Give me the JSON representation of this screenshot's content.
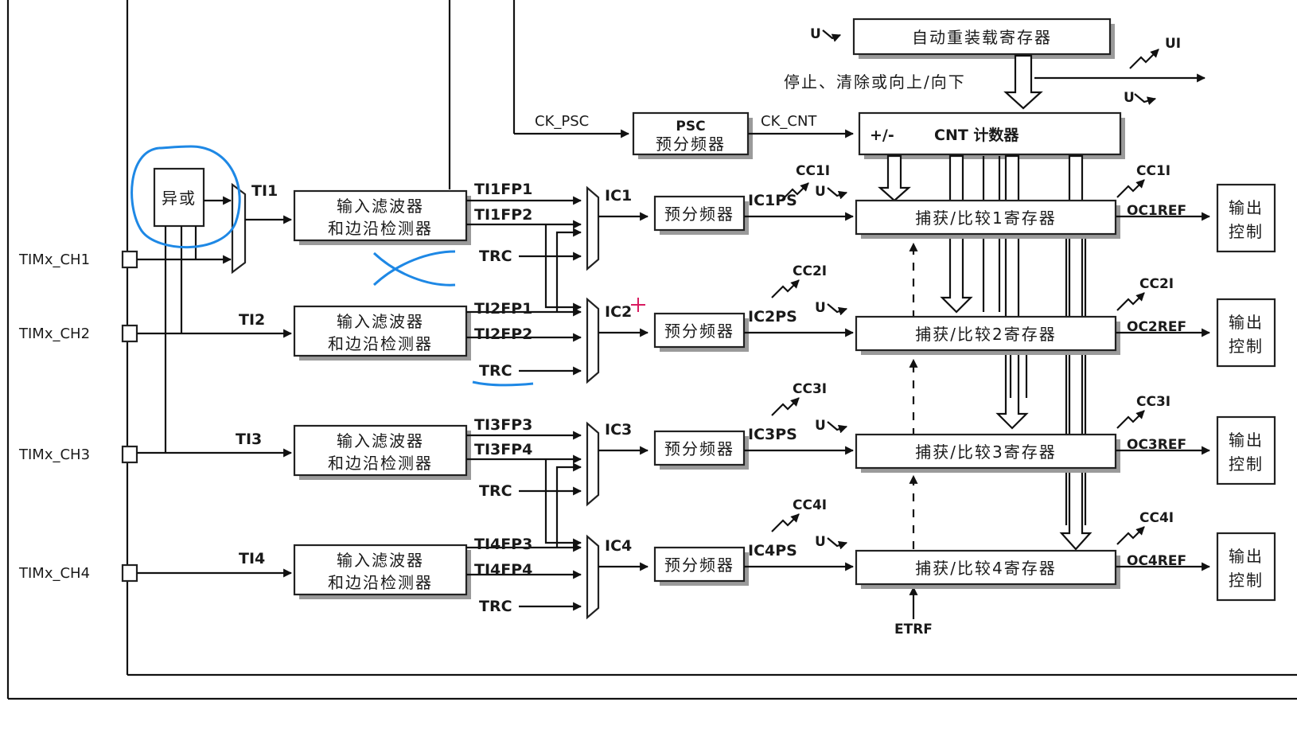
{
  "channels": [
    "TIMx_CH1",
    "TIMx_CH2",
    "TIMx_CH3",
    "TIMx_CH4"
  ],
  "xor_label": "异或",
  "ti_labels": [
    "TI1",
    "TI2",
    "TI3",
    "TI4"
  ],
  "filter_line1": "输入滤波器",
  "filter_line2": "和边沿检测器",
  "fp_labels": [
    [
      "TI1FP1",
      "TI1FP2"
    ],
    [
      "TI2FP1",
      "TI2FP2"
    ],
    [
      "TI3FP3",
      "TI3FP4"
    ],
    [
      "TI4FP3",
      "TI4FP4"
    ]
  ],
  "trc": "TRC",
  "ic_labels": [
    "IC1",
    "IC2",
    "IC3",
    "IC4"
  ],
  "prescaler": "预分频器",
  "icps_labels": [
    "IC1PS",
    "IC2PS",
    "IC3PS",
    "IC4PS"
  ],
  "u_label": "U",
  "cc_labels": [
    "CC1I",
    "CC2I",
    "CC3I",
    "CC4I"
  ],
  "capture_regs": [
    "捕获/比较1寄存器",
    "捕获/比较2寄存器",
    "捕获/比较3寄存器",
    "捕获/比较4寄存器"
  ],
  "ocref_labels": [
    "OC1REF",
    "OC2REF",
    "OC3REF",
    "OC4REF"
  ],
  "output_line1": "输出",
  "output_line2": "控制",
  "auto_reload": "自动重装载寄存器",
  "stop_text": "停止、清除或向上/向下",
  "ui_label": "UI",
  "ck_psc": "CK_PSC",
  "psc_line1": "PSC",
  "psc_line2": "预分频器",
  "ck_cnt": "CK_CNT",
  "cnt_pm": "+/-",
  "cnt_label": "CNT 计数器",
  "etrf": "ETRF",
  "annotation_color": "#1e88e5",
  "cursor_color": "#d81b60"
}
